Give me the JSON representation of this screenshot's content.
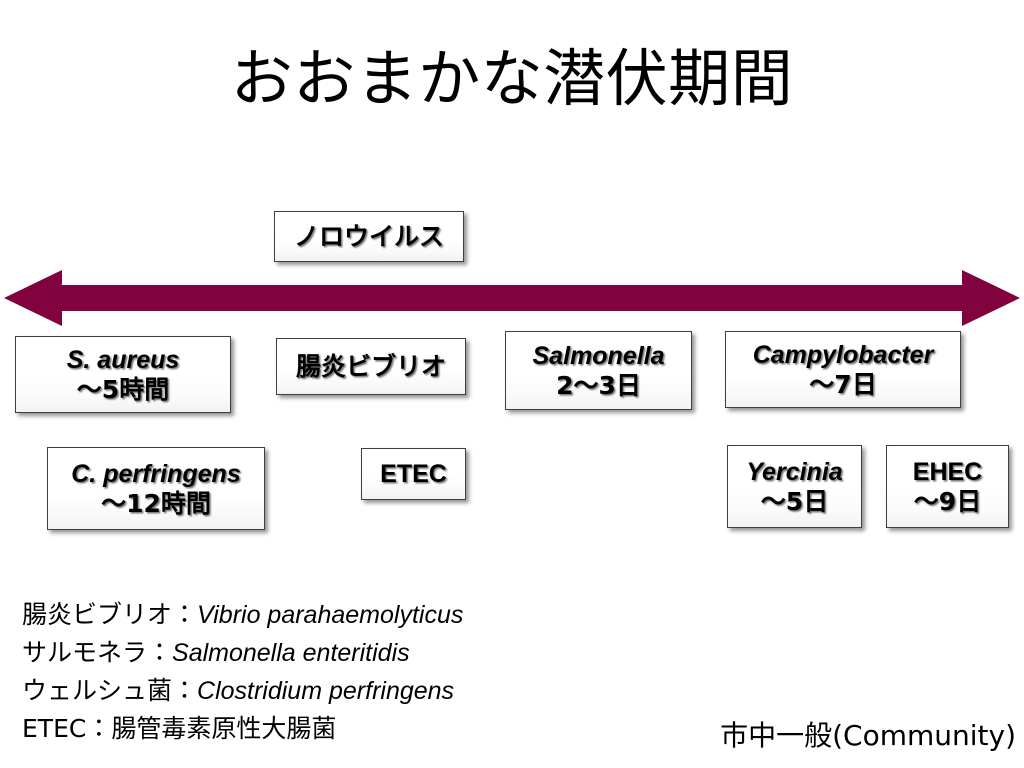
{
  "slide": {
    "title": "おおまかな潜伏期間",
    "background_color": "#ffffff",
    "arrow": {
      "name": "incubation-period-axis",
      "color": "#80023f",
      "direction": "double-headed-horizontal"
    }
  },
  "boxes": {
    "norovirus": {
      "line1": "ノロウイルス",
      "line2": ""
    },
    "saureus": {
      "line1": "S. aureus",
      "line2": "〜5時間"
    },
    "vibrio": {
      "line1": "腸炎ビブリオ",
      "line2": ""
    },
    "salmonella": {
      "line1": "Salmonella",
      "line2": "2〜3日"
    },
    "campylobacter": {
      "line1": "Campylobacter",
      "line2": "〜7日"
    },
    "perfringens": {
      "line1": "C. perfringens",
      "line2": "〜12時間"
    },
    "etec": {
      "line1": "ETEC",
      "line2": ""
    },
    "yercinia": {
      "line1": "Yercinia",
      "line2": "〜5日"
    },
    "ehec": {
      "line1": "EHEC",
      "line2": "〜9日"
    }
  },
  "legend": {
    "lines": [
      {
        "jp": "腸炎ビブリオ：",
        "sci": "Vibrio parahaemolyticus"
      },
      {
        "jp": "サルモネラ：",
        "sci": "Salmonella enteritidis"
      },
      {
        "jp": "ウェルシュ菌：",
        "sci": "Clostridium perfringens"
      },
      {
        "jp": "ETEC：腸管毒素原性大腸菌",
        "sci": ""
      }
    ]
  },
  "community_note": "市中一般(Community)"
}
